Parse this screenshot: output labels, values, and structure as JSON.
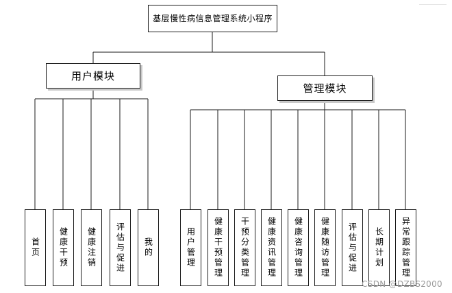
{
  "root": {
    "label": "基层慢性病信息管理系统小程序"
  },
  "modules": [
    {
      "label": "用户模块",
      "children": [
        "首页",
        "健康干预",
        "健康注销",
        "评估与促进",
        "我的"
      ]
    },
    {
      "label": "管理模块",
      "children": [
        "用户管理",
        "健康干预管理",
        "干预分类管理",
        "健康资讯管理",
        "健康咨询管理",
        "健康随访管理",
        "评估与促进",
        "长期计划",
        "异常跟踪管理"
      ]
    }
  ],
  "watermark": "CSDN @DZBS2000"
}
